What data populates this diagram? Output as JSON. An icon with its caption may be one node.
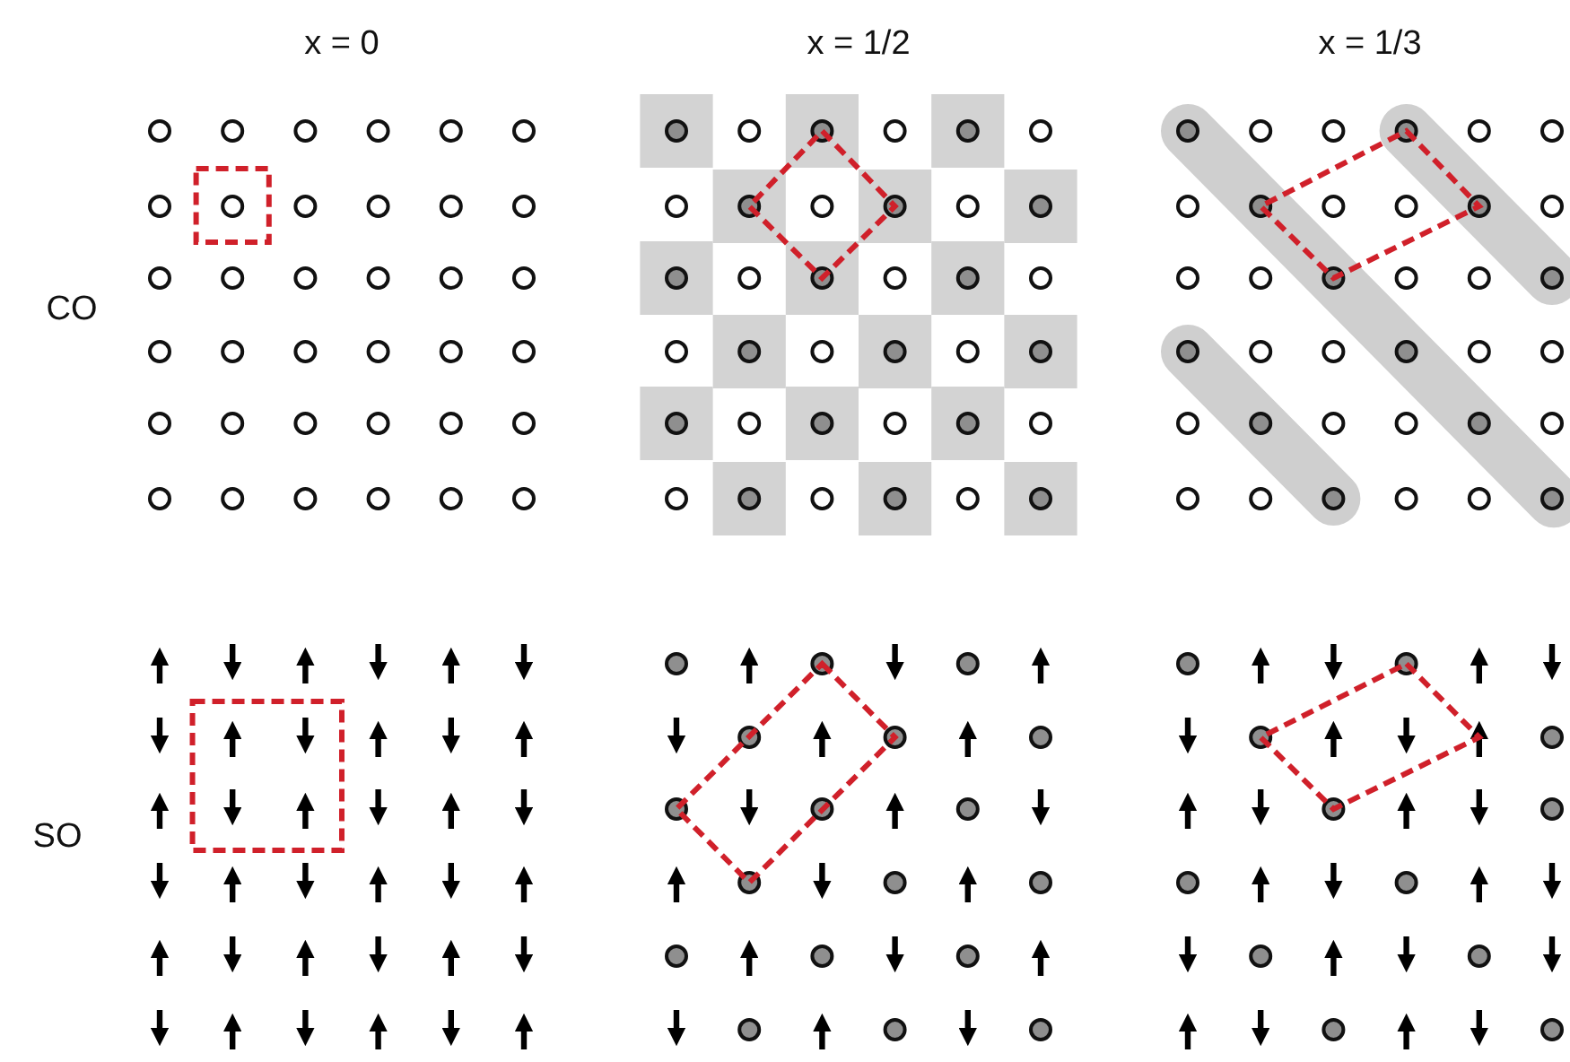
{
  "diagram": {
    "labels": [
      "x = 0",
      "x = 1/2",
      "x = 1/3",
      "CO",
      "SO"
    ]
  }
}
